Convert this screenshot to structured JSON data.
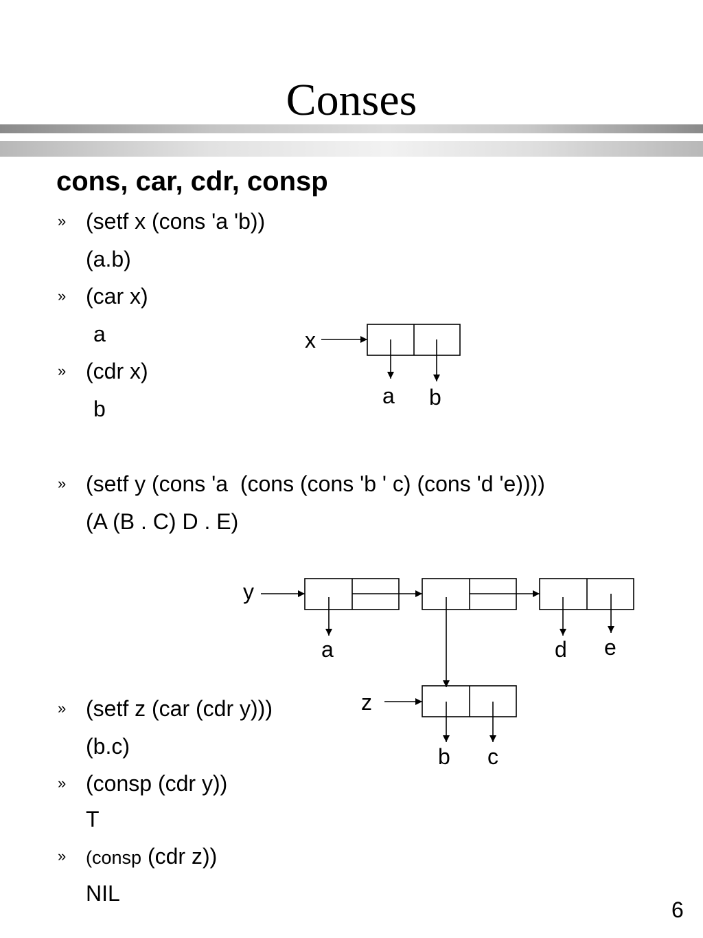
{
  "title": "Conses",
  "heading": "cons, car, cdr, consp",
  "bullet_symbol": "»",
  "examples": [
    {
      "expr": "(setf x (cons 'a 'b))",
      "result": "(a.b)"
    },
    {
      "expr": "(car x)",
      "result": "a"
    },
    {
      "expr": "(cdr x)",
      "result": "b"
    },
    {
      "expr": "(setf y (cons 'a  (cons (cons 'b ' c) (cons 'd 'e))))",
      "result": "(A (B . C) D . E)"
    },
    {
      "expr": "(setf z (car (cdr y)))",
      "result": "(b.c)"
    },
    {
      "expr": "(consp (cdr y))",
      "result": "T"
    },
    {
      "expr_small": "(consp",
      "expr": " (cdr z))",
      "result": "NIL"
    }
  ],
  "diagram": {
    "x": {
      "var": "x",
      "car": "a",
      "cdr": "b"
    },
    "y": {
      "var": "y",
      "cells": [
        {
          "car": "a"
        },
        {
          "car": "z"
        },
        {
          "car": "d",
          "cdr": "e"
        }
      ]
    },
    "z": {
      "var": "z",
      "car": "b",
      "cdr": "c"
    }
  },
  "page_number": "6"
}
